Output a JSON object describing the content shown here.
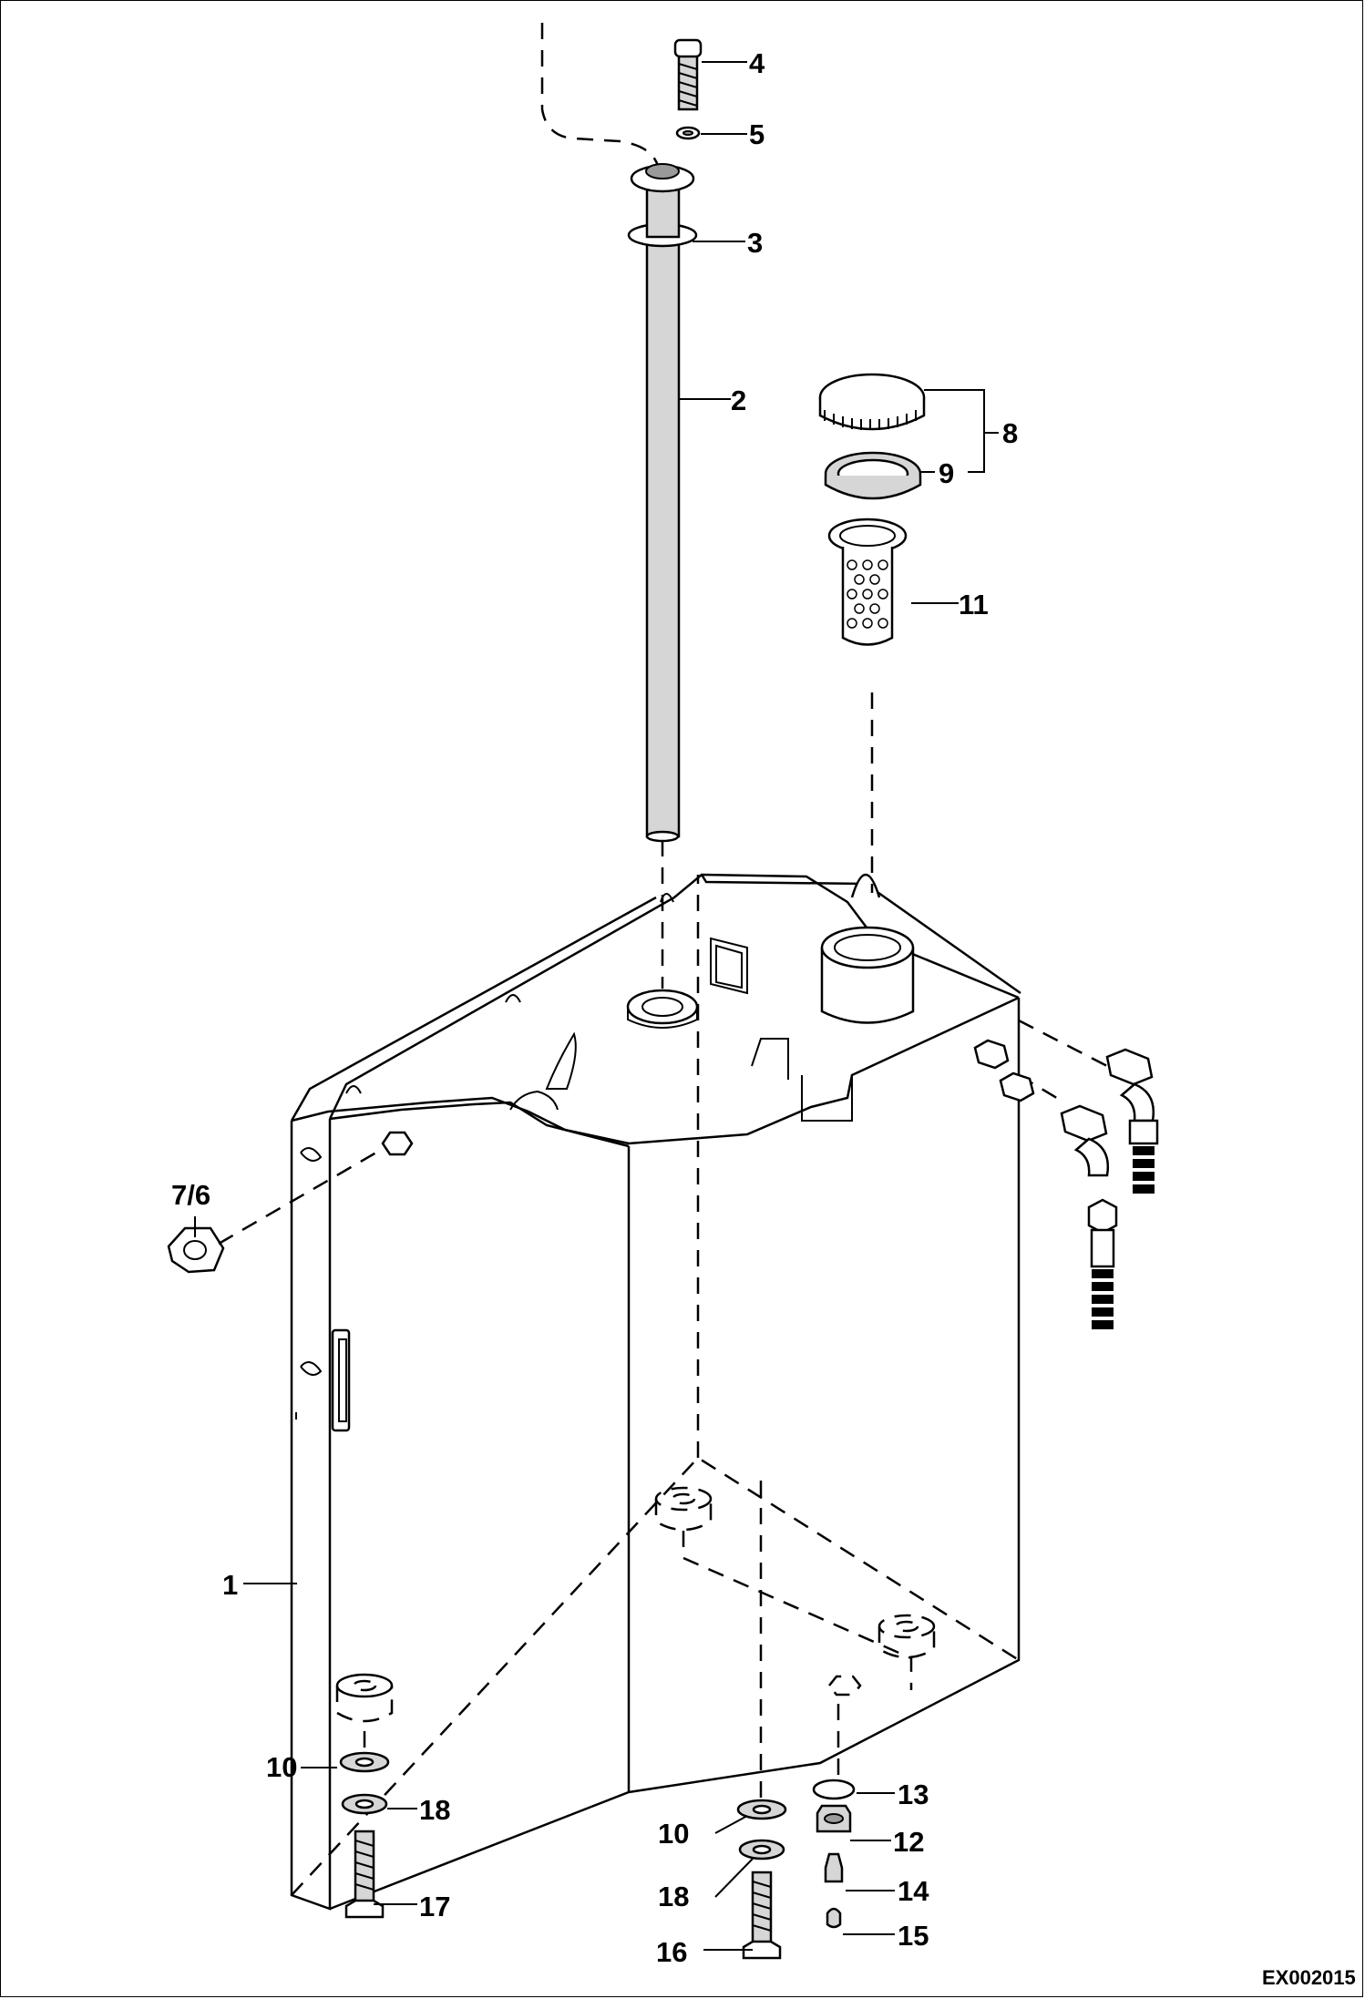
{
  "labels": [
    {
      "id": "1",
      "text": "1"
    },
    {
      "id": "2",
      "text": "2"
    },
    {
      "id": "3",
      "text": "3"
    },
    {
      "id": "4",
      "text": "4"
    },
    {
      "id": "5",
      "text": "5"
    },
    {
      "id": "7_6",
      "text": "7/6"
    },
    {
      "id": "8",
      "text": "8"
    },
    {
      "id": "9",
      "text": "9"
    },
    {
      "id": "10a",
      "text": "10"
    },
    {
      "id": "10b",
      "text": "10"
    },
    {
      "id": "11",
      "text": "11"
    },
    {
      "id": "12",
      "text": "12"
    },
    {
      "id": "13",
      "text": "13"
    },
    {
      "id": "14",
      "text": "14"
    },
    {
      "id": "15",
      "text": "15"
    },
    {
      "id": "16",
      "text": "16"
    },
    {
      "id": "17",
      "text": "17"
    },
    {
      "id": "18a",
      "text": "18"
    },
    {
      "id": "18b",
      "text": "18"
    }
  ],
  "drawing_code": "EX002015"
}
